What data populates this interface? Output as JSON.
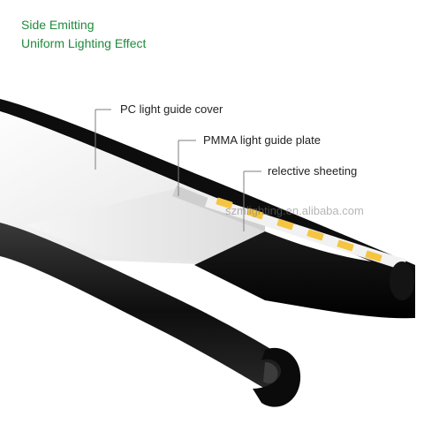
{
  "headline": {
    "line1": "Side Emitting",
    "line2": "Uniform Lighting Effect"
  },
  "callouts": {
    "pc_cover": "PC light guide cover",
    "pmma_plate": "PMMA light guide plate",
    "reflective": "relective sheeting"
  },
  "watermark": "szmlighting.en.alibaba.com",
  "colors": {
    "headline": "#1f8a3c",
    "profile": "#111111",
    "led": "#f5c542",
    "plate": "#e9e9e9"
  }
}
